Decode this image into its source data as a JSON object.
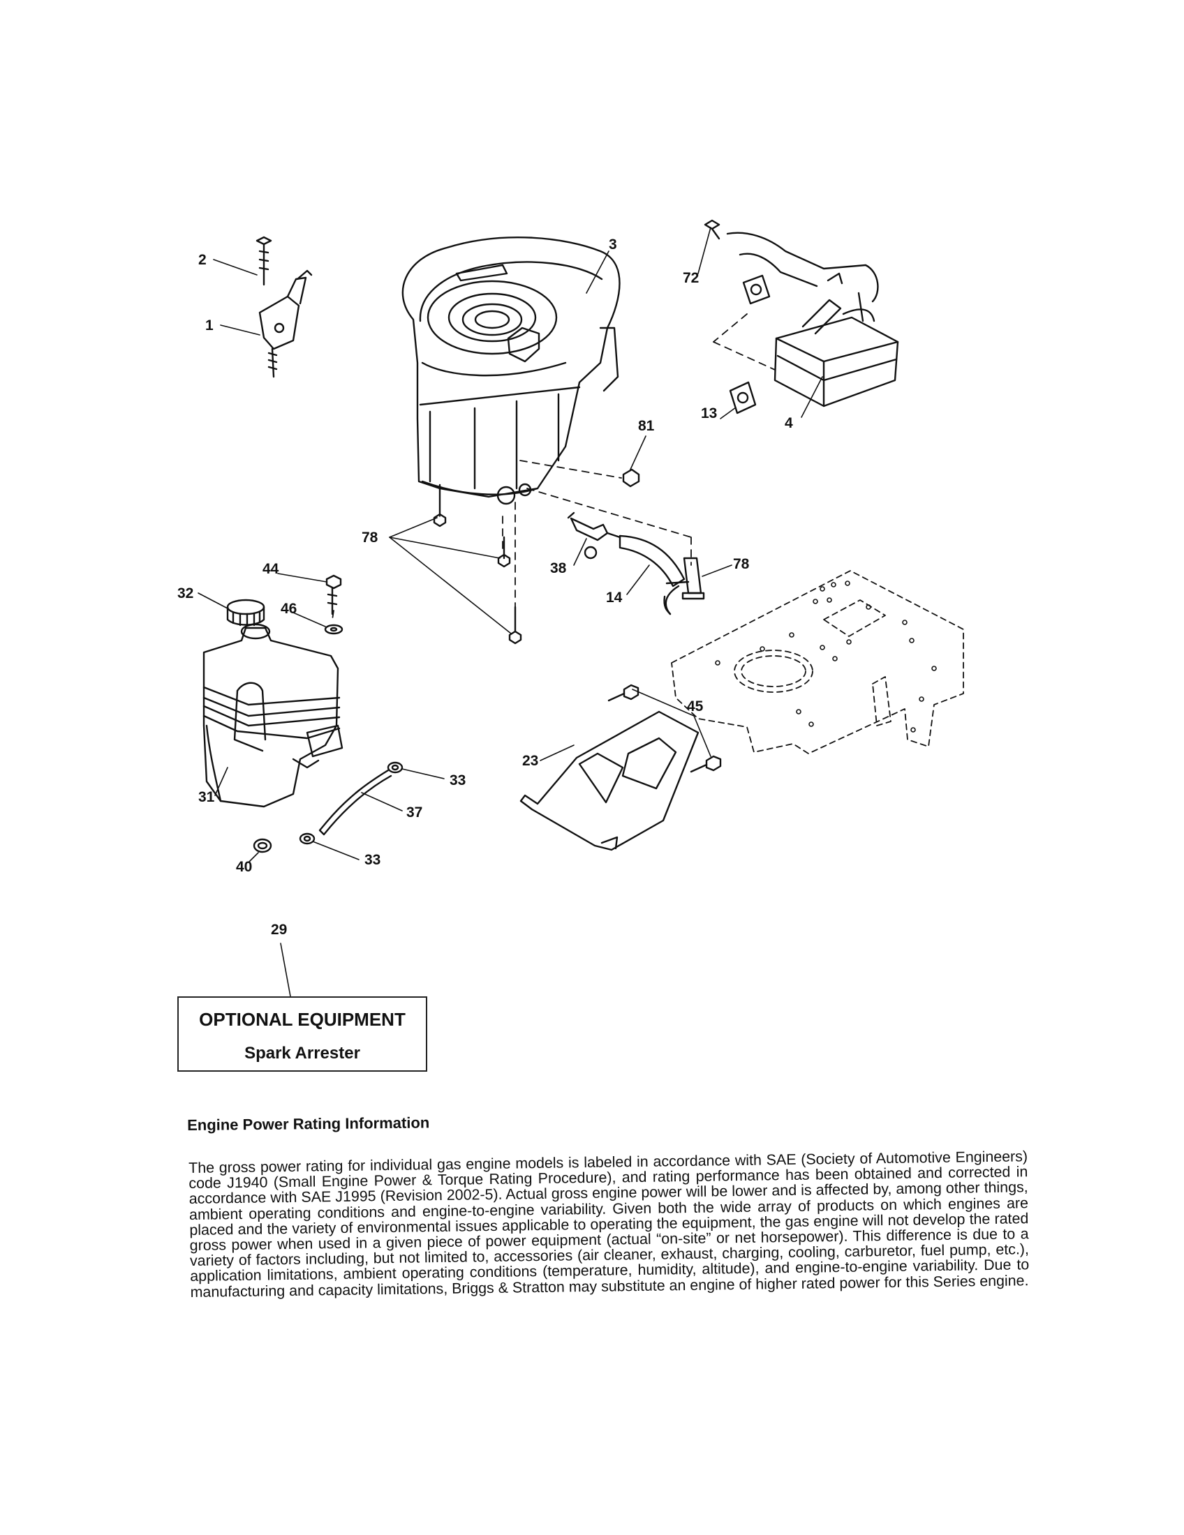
{
  "callouts": {
    "c1": "1",
    "c2": "2",
    "c3": "3",
    "c4": "4",
    "c13": "13",
    "c72": "72",
    "c81": "81",
    "c78a": "78",
    "c78b": "78",
    "c38": "38",
    "c14": "14",
    "c44": "44",
    "c32": "32",
    "c46": "46",
    "c31": "31",
    "c45": "45",
    "c23": "23",
    "c33a": "33",
    "c37": "37",
    "c33b": "33",
    "c40": "40",
    "c29": "29"
  },
  "optional_equipment": {
    "title": "OPTIONAL EQUIPMENT",
    "item": "Spark Arrester"
  },
  "rating_info": {
    "heading": "Engine Power Rating Information",
    "body": "The gross power rating for individual gas engine models is labeled in accordance with SAE (Society of Automotive Engineers) code J1940 (Small Engine Power & Torque Rating Procedure), and rating performance has been obtained and corrected in accordance with SAE J1995 (Revision 2002-5). Actual gross engine power will be lower and is affected by, among other things, ambient operating conditions and engine-to-engine variability. Given both the wide array of products on which engines are placed and the variety of environmental issues applicable to operating the equipment, the gas engine will not develop the rated gross power when used in a given piece of power equipment (actual “on-site” or net horsepower). This difference is due to a variety of factors including, but not limited to, accessories (air cleaner, exhaust, charging, cooling, carburetor, fuel pump, etc.), application limitations, ambient operating conditions (temperature, humidity, altitude), and engine-to-engine variability. Due to manufacturing and capacity limitations, Briggs & Stratton may substitute an engine of higher rated power for this Series engine."
  }
}
